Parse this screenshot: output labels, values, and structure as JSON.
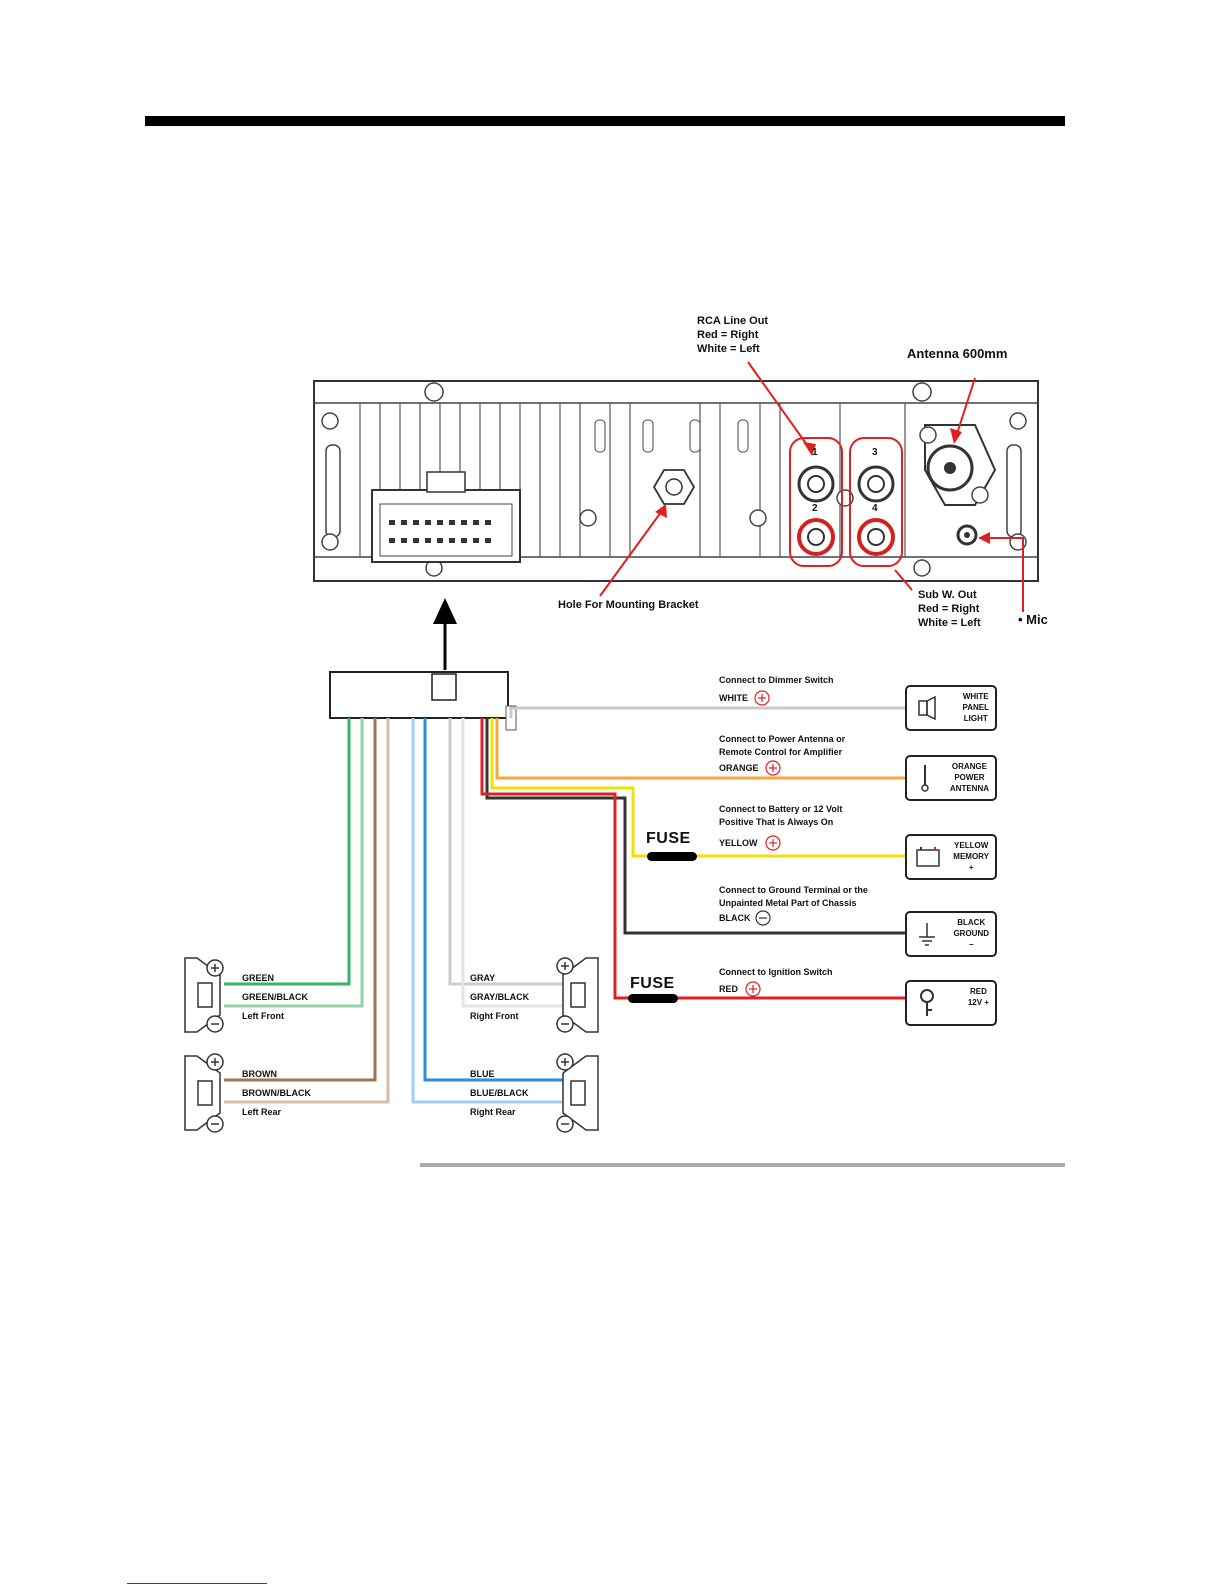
{
  "labels": {
    "rca_line_out": "RCA Line Out\nRed = Right\nWhite = Left",
    "antenna": "Antenna 600mm",
    "hole_bracket": "Hole For Mounting Bracket",
    "sub_out": "Sub W. Out\nRed = Right\nWhite = Left",
    "mic": "• Mic",
    "jack1": "1",
    "jack2": "2",
    "jack3": "3",
    "jack4": "4"
  },
  "connections": [
    {
      "caption": "Connect to Dimmer Switch",
      "wire": "WHITE",
      "box": "WHITE\nPANEL\nLIGHT",
      "color": "#c8c8c8"
    },
    {
      "caption": "Connect to Power Antenna or\nRemote Control for Amplifier",
      "wire": "ORANGE",
      "box": "ORANGE\nPOWER\nANTENNA",
      "color": "#f4a640"
    },
    {
      "caption": "Connect to Battery or 12 Volt\nPositive That is Always On",
      "wire": "YELLOW",
      "box": "YELLOW\nMEMORY\n+",
      "color": "#f2e000"
    },
    {
      "caption": "Connect to Ground Terminal or the\nUnpainted Metal Part of Chassis",
      "wire": "BLACK",
      "box": "BLACK\nGROUND\n−",
      "color": "#333333"
    },
    {
      "caption": "Connect to Ignition Switch",
      "wire": "RED",
      "box": "RED\n12V +",
      "color": "#e02020"
    }
  ],
  "fuse_label": "FUSE",
  "speakers": {
    "left_front": "GREEN\nGREEN/BLACK\nLeft Front",
    "right_front": "GRAY\nGRAY/BLACK\nRight Front",
    "left_rear": "BROWN\nBROWN/BLACK\nLeft Rear",
    "right_rear": "BLUE\nBLUE/BLACK\nRight Rear"
  },
  "colors": {
    "green": "#3bb06a",
    "brown": "#b08a6c",
    "blue": "#2a8fdc",
    "gray": "#cccccc",
    "red_ring": "#d62020",
    "annot_red": "#e02020"
  }
}
